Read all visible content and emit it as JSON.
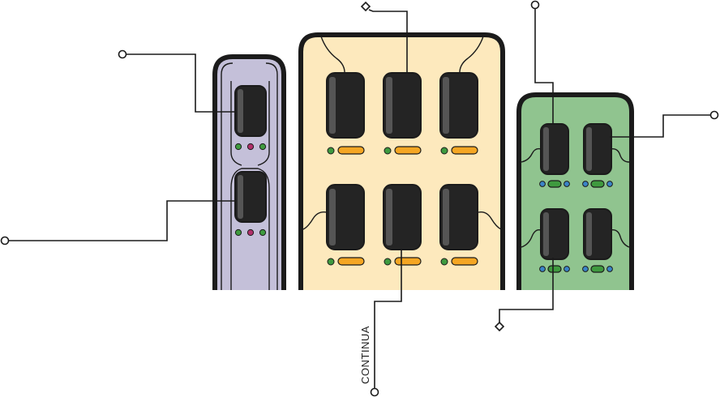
{
  "caption": "CONTINUA",
  "colors": {
    "stroke": "#1b1b1b",
    "module_dark": "#242424",
    "module_highlight": "#555555",
    "panel_left": "#c4c0d9",
    "panel_center": "#fde9bd",
    "panel_right": "#90c48f",
    "led_green": "#3f9a3f",
    "led_magenta": "#b0306a",
    "led_blue": "#3a84c7",
    "bar_orange": "#f5a623",
    "bar_green": "#3f9a3f"
  },
  "panels": [
    {
      "id": "left",
      "modules": 2,
      "indicator": "three-dots"
    },
    {
      "id": "center",
      "modules": 6,
      "indicator": "dot-and-bar"
    },
    {
      "id": "right",
      "modules": 4,
      "indicator": "dot-bar-dot"
    }
  ]
}
